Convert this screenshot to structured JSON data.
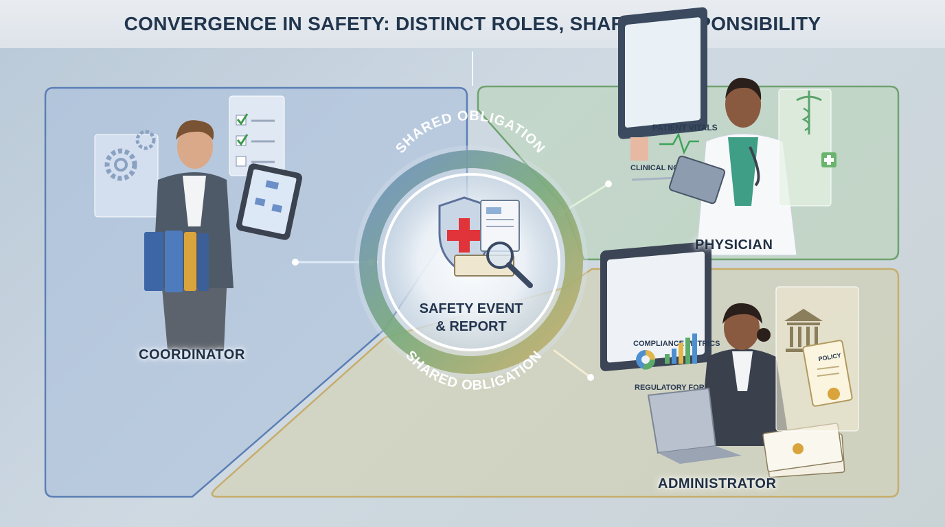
{
  "title": "CONVERGENCE IN SAFETY: DISTINCT ROLES, SHARED RESPONSIBILITY",
  "center": {
    "ring_top": "SHARED OBLIGATION",
    "ring_bottom": "SHARED OBLIGATION",
    "line1": "SAFETY EVENT",
    "line2": "& REPORT"
  },
  "roles": {
    "coordinator": {
      "label": "COORDINATOR"
    },
    "physician": {
      "label": "PHYSICIAN",
      "screen_title": "PATIENT VITALS",
      "screen_sub": "CLINICAL NOTES"
    },
    "administrator": {
      "label": "ADMINISTRATOR",
      "screen_title": "COMPLIANCE METRICS",
      "screen_sub": "REGULATORY FORMS",
      "doc": "POLICY"
    }
  },
  "colors": {
    "coordinator": "#5b7fb5",
    "physician": "#6fa26f",
    "administrator": "#c6ad6a",
    "header_text": "#21354d"
  }
}
